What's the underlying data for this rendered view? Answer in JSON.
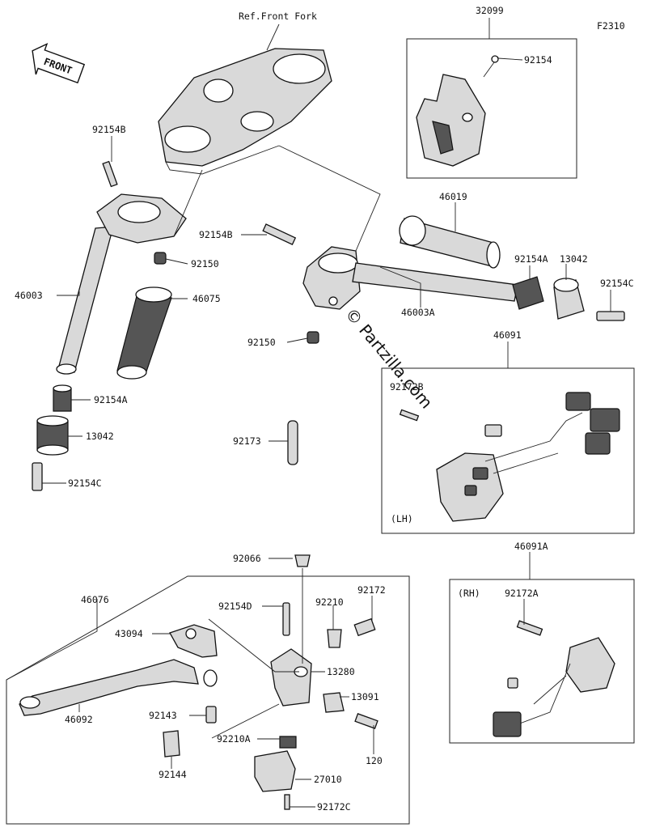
{
  "figure_code": "F2310",
  "ref_note": "Ref.Front Fork",
  "front_arrow_label": "FRONT",
  "watermark": "© Partzilla.com",
  "box_tags": {
    "lh": "(LH)",
    "rh": "(RH)"
  },
  "parts": {
    "p32099": "32099",
    "p92154_top": "92154",
    "p92154B_left": "92154B",
    "p46019": "46019",
    "p92154B_mid": "92154B",
    "p92150_left": "92150",
    "p92154A_right": "92154A",
    "p13042_right": "13042",
    "p92154C_right": "92154C",
    "p46003": "46003",
    "p46075": "46075",
    "p46003A": "46003A",
    "p92150_mid": "92150",
    "p46091": "46091",
    "p92172B": "92172B",
    "p92154A_left": "92154A",
    "p13042_left": "13042",
    "p92173": "92173",
    "p92154C_left": "92154C",
    "p92066": "92066",
    "p46091A": "46091A",
    "p46076": "46076",
    "p92172": "92172",
    "p92154D": "92154D",
    "p92210": "92210",
    "p92172A": "92172A",
    "p43094": "43094",
    "p13280": "13280",
    "p13091": "13091",
    "p92143": "92143",
    "p46092": "46092",
    "p92210A": "92210A",
    "p120": "120",
    "p92144": "92144",
    "p27010": "27010",
    "p92172C": "92172C"
  }
}
